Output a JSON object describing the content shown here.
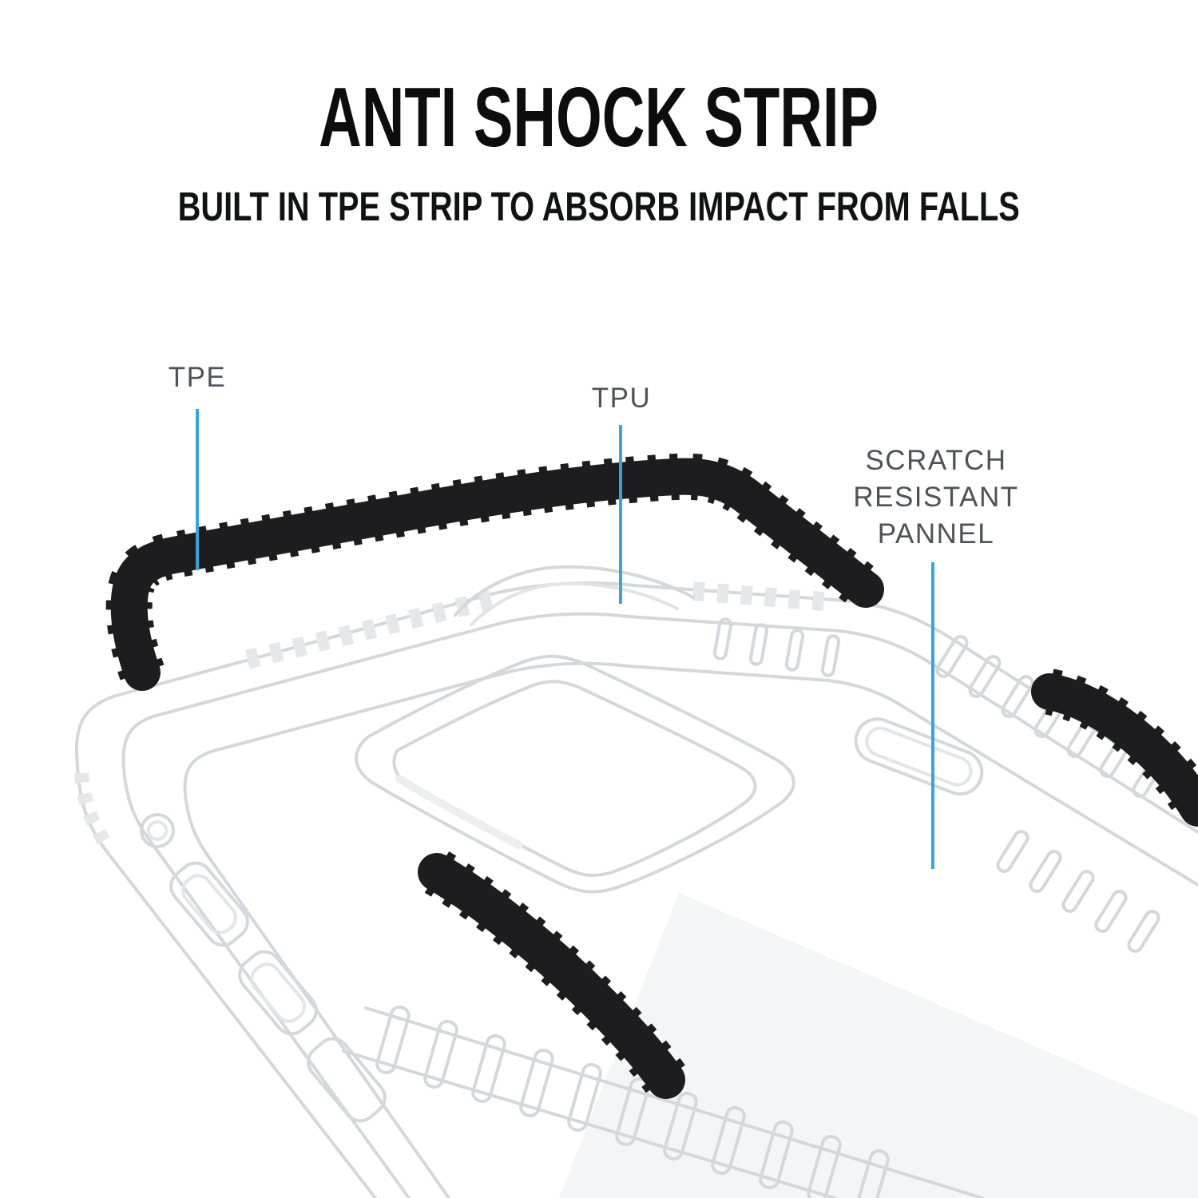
{
  "header": {
    "title": "ANTI SHOCK STRIP",
    "subtitle": "BUILT IN TPE STRIP TO ABSORB IMPACT FROM FALLS"
  },
  "callouts": {
    "tpe": {
      "label": "TPE"
    },
    "tpu": {
      "label": "TPU"
    },
    "scratch": {
      "lines": [
        "SCRATCH",
        "RESISTANT",
        "PANNEL"
      ]
    }
  },
  "colors": {
    "background": "#ffffff",
    "title_text": "#0d0d0d",
    "label_text": "#4d5358",
    "leader_line": "#39a3da",
    "tpe_strip": "#1d1d1f",
    "case_outline": "#d3d8dc"
  }
}
